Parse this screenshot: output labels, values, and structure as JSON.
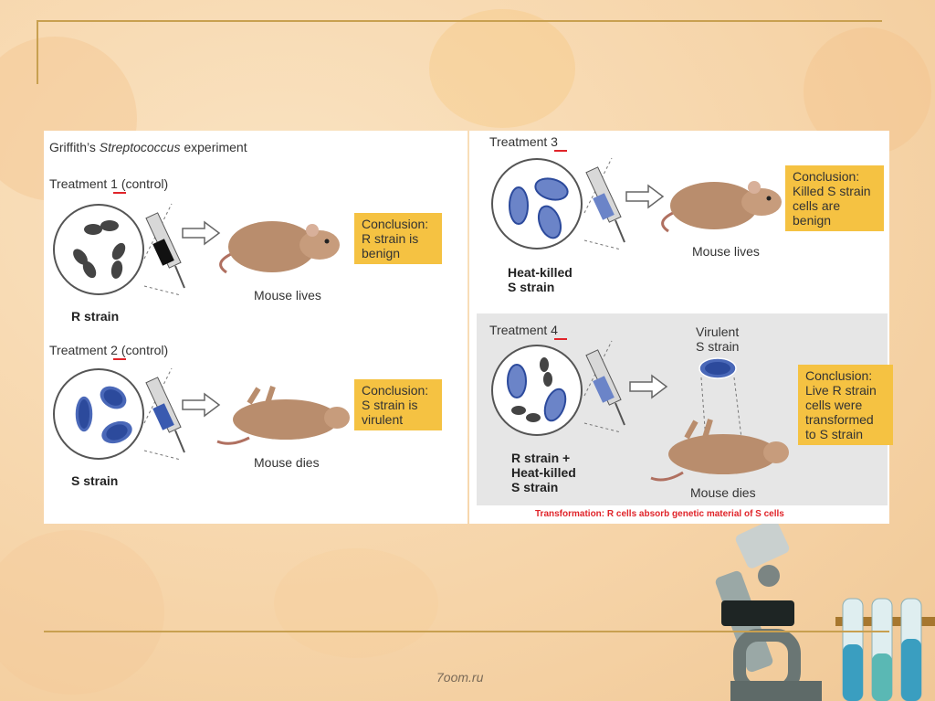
{
  "title_prefix": "Griffith’s ",
  "title_italic": "Streptococcus",
  "title_suffix": " experiment",
  "treatments": [
    {
      "label_pre": "Treatment ",
      "num": "1",
      "label_post": " (control)",
      "strain": "R strain",
      "outcome": "Mouse lives",
      "conclusion": [
        "Conclusion:",
        "R strain is",
        "benign"
      ]
    },
    {
      "label_pre": "Treatment ",
      "num": "2",
      "label_post": " (control)",
      "strain": "S strain",
      "outcome": "Mouse dies",
      "conclusion": [
        "Conclusion:",
        "S strain is",
        "virulent"
      ]
    },
    {
      "label_pre": "Treatment ",
      "num": "3",
      "label_post": "",
      "strain": [
        "Heat-killed",
        "S strain"
      ],
      "outcome": "Mouse lives",
      "conclusion": [
        "Conclusion:",
        "Killed S strain",
        "cells are",
        "benign"
      ]
    },
    {
      "label_pre": "Treatment ",
      "num": "4",
      "label_post": "",
      "strain": [
        "R strain +",
        "Heat-killed",
        "S strain"
      ],
      "outcome": "Mouse dies",
      "extra": [
        "Virulent",
        "S strain"
      ],
      "conclusion": [
        "Conclusion:",
        "Live R strain",
        "cells were",
        "transformed",
        "to S strain"
      ]
    }
  ],
  "transformation": "Transformation: R cells absorb genetic material of S cells",
  "footer": "7oom.ru",
  "colors": {
    "accent": "#e0242a",
    "conclusion": "#f5c242",
    "rule": "#c8a050"
  }
}
